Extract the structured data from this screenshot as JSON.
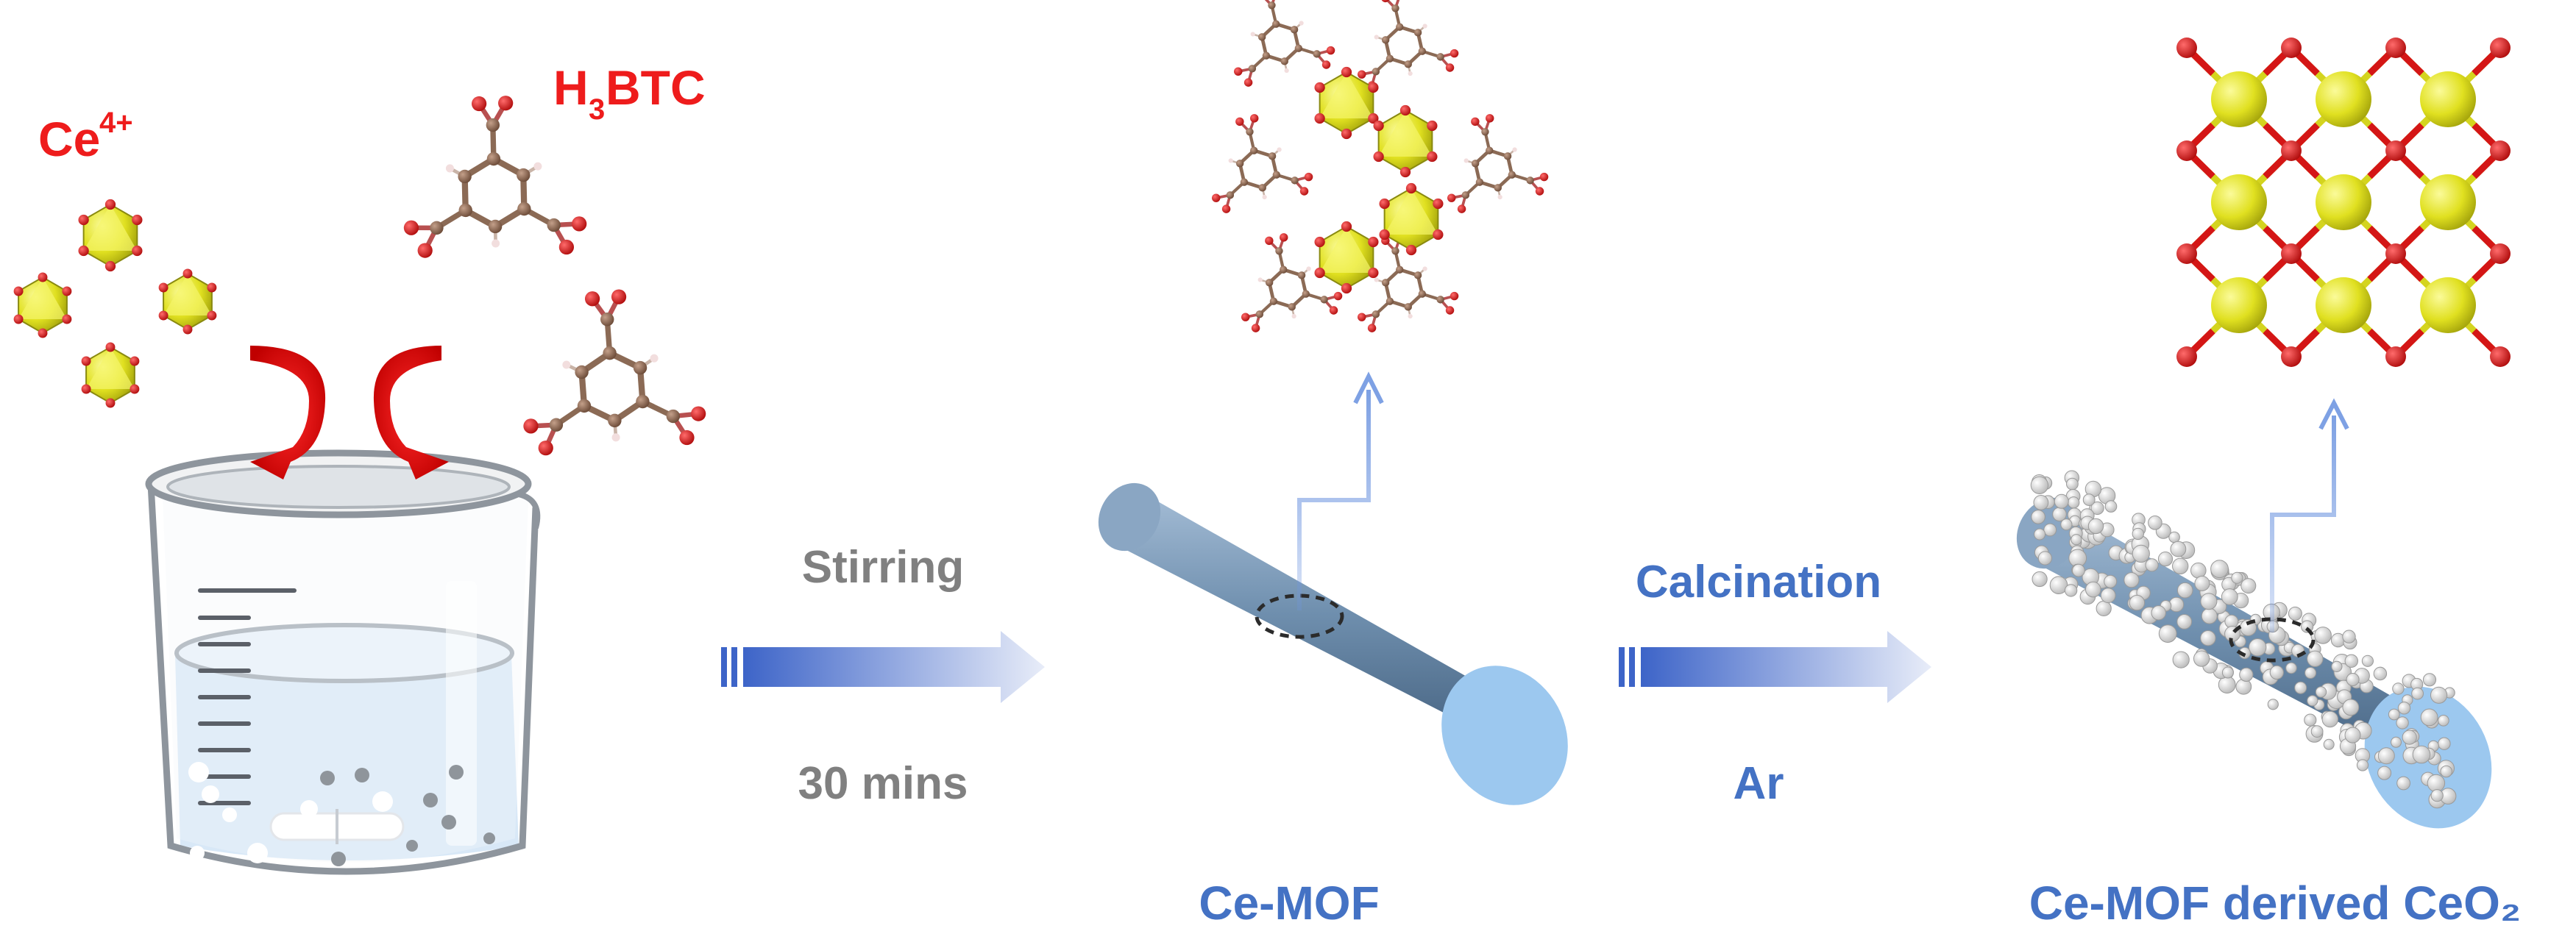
{
  "colors": {
    "red": "#ee1c1c",
    "gray_text": "#808080",
    "blue_text": "#4472c4",
    "arrow_blue": "#3d64c8",
    "cerium_yellow": "#e6e62a",
    "oxygen_red": "#d41616",
    "carbon_brown": "#8b6a55",
    "rod_blue": "#6e8cac",
    "rod_end": "#9cc8ef",
    "water": "#d4e6f6"
  },
  "labels": {
    "ce_ion_base": "Ce",
    "ce_ion_charge": "4+",
    "linker_h": "H",
    "linker_sub": "3",
    "linker_rest": "BTC",
    "step1_top": "Stirring",
    "step1_bottom": "30 mins",
    "step2_top": "Calcination",
    "step2_bottom": "Ar",
    "product1": "Ce-MOF",
    "product2": "Ce-MOF derived CeO₂"
  },
  "icons": {
    "beaker": "beaker-icon",
    "mixing_arrows": "curved-arrow-icon",
    "process_arrow": "right-arrow-icon",
    "zoom_arrow": "up-arrow-icon"
  }
}
